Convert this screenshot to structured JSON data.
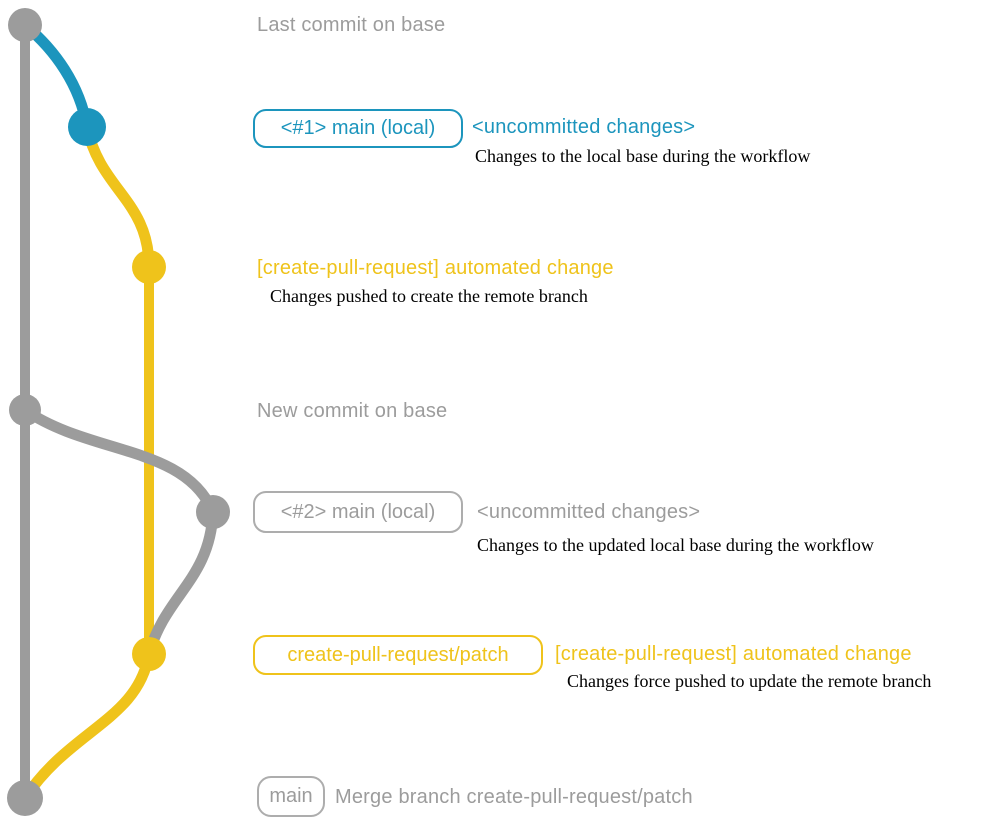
{
  "colors": {
    "gray": "#9C9C9C",
    "blue": "#1C95BD",
    "yellow": "#EFC31B",
    "box_border_gray": "#ADADAD",
    "description_text": "#000000"
  },
  "annotations": {
    "last_commit": "Last commit on base",
    "new_commit": "New commit on base",
    "branch1_label": "<#1> main (local)",
    "branch1_status": "<uncommitted changes>",
    "branch1_desc": "Changes to the local base during the workflow",
    "push1_title": "[create-pull-request] automated change",
    "push1_desc": "Changes pushed to create the remote branch",
    "branch2_label": "<#2> main (local)",
    "branch2_status": "<uncommitted changes>",
    "branch2_desc": "Changes to the updated local base during the workflow",
    "patch_branch_label": "create-pull-request/patch",
    "push2_title": "[create-pull-request] automated change",
    "push2_desc": "Changes force pushed to update the remote branch",
    "main_label": "main",
    "merge_message": "Merge branch create-pull-request/patch"
  }
}
